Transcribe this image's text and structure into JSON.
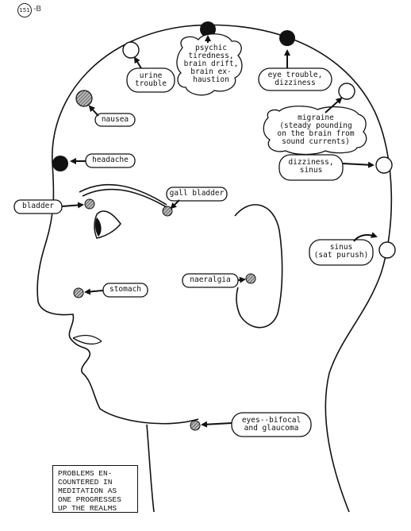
{
  "page": {
    "number": "151",
    "suffix": "-B"
  },
  "caption": "PROBLEMS EN-\nCOUNTERED IN\nMEDITATION AS\nONE PROGRESSES\nUP THE REALMS",
  "labels": {
    "psychic": "psychic\ntiredness,\nbrain drift,\nbrain ex-\nhaustion",
    "urine": "urine\ntrouble",
    "eye_trouble": "eye trouble,\ndizziness",
    "nausea": "nausea",
    "migraine": "migraine\n(steady pounding\non the brain from\nsound currents)",
    "headache": "headache",
    "dizziness_sinus": "dizziness,\nsinus",
    "gall_bladder": "gall bladder",
    "bladder": "bladder",
    "sinus": "sinus\n(sat purush)",
    "naeralgia": "naeralgia",
    "stomach": "stomach",
    "eyes": "eyes--bifocal\nand glaucoma"
  }
}
